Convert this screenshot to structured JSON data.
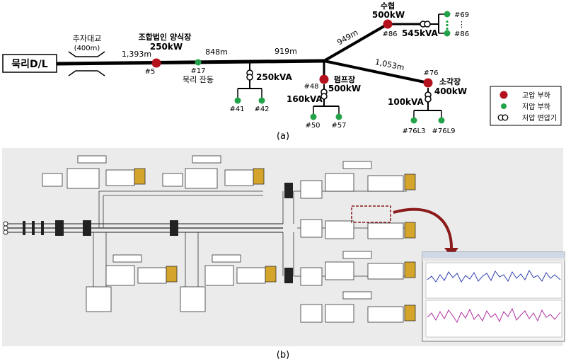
{
  "panel_a": {
    "substation_label": "묵리D/L",
    "bridge_name": "추자대교",
    "bridge_length": "(400m)",
    "distances": {
      "d1": "1,393m",
      "d2": "848m",
      "d3": "919m",
      "d4": "949m",
      "d5": "1,053m"
    },
    "nodes": {
      "n5_id": "#5",
      "n5_name": "조합법인 양식장",
      "n5_kw": "250kW",
      "n17_id": "#17",
      "n17_name": "묵리 잔동",
      "tx1_kva": "250kVA",
      "n41": "#41",
      "n42": "#42",
      "n48_id": "#48",
      "n48_name": "펌프장",
      "n48_kw": "500kW",
      "tx2_kva": "160kVA",
      "n50": "#50",
      "n57": "#57",
      "n86_id": "#86",
      "n86_name": "수협",
      "n86_kw": "500kW",
      "tx3_kva": "545kVA",
      "n69": "#69",
      "n86b": "#86",
      "dots": "⋮",
      "n76_id": "#76",
      "n76_name": "소각장",
      "n76_kw": "400kW",
      "tx4_kva": "100kVA",
      "n76l3": "#76L3",
      "n76l9": "#76L9"
    },
    "legend": {
      "high_load": "고압 부하",
      "low_load": "저압 부하",
      "transformer": "저압 변압기",
      "high_color": "#b3121c",
      "low_color": "#22a34a"
    },
    "caption": "(a)"
  },
  "panel_b": {
    "caption": "(b)"
  }
}
